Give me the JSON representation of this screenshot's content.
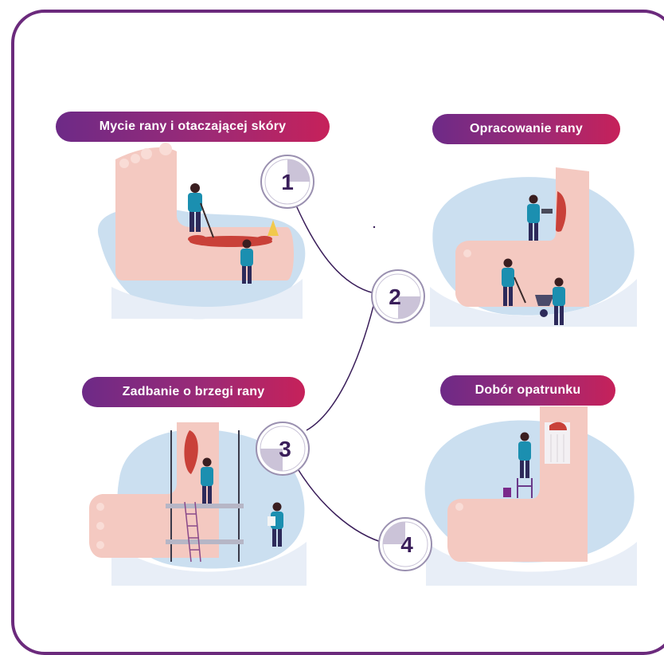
{
  "steps": [
    {
      "number": "1",
      "label": "Mycie rany i otaczającej skóry"
    },
    {
      "number": "2",
      "label": "Opracowanie rany"
    },
    {
      "number": "3",
      "label": "Zadbanie  o brzegi rany"
    },
    {
      "number": "4",
      "label": "Dobór opatrunku"
    }
  ],
  "colors": {
    "frame": "#6b2a7c",
    "pill_start": "#6d2a87",
    "pill_end": "#c6215a",
    "skin": "#f4c9c1",
    "wound": "#c94139",
    "shirt": "#1b8fb0",
    "number": "#3a1e5a",
    "clock_fill": "#cbc3d8"
  },
  "icons": [
    "foot-illustration",
    "worker-figure",
    "wet-floor-sign",
    "wheelbarrow-icon",
    "scaffold-icon",
    "ladder-icon",
    "bucket-icon",
    "bandage-icon"
  ]
}
